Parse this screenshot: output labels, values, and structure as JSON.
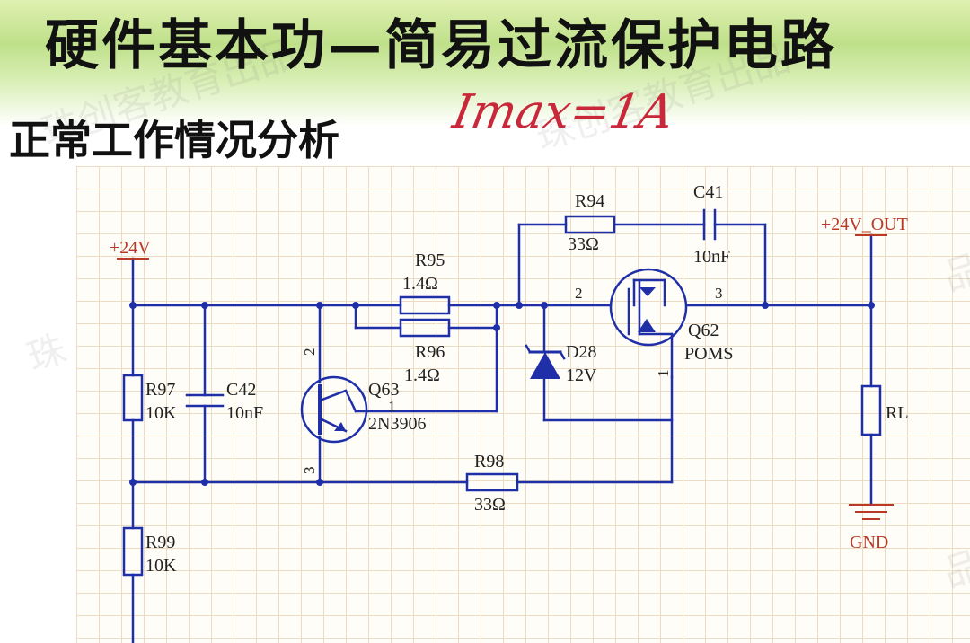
{
  "header": {
    "title": "硬件基本功—简易过流保护电路",
    "subtitle": "正常工作情况分析",
    "handwritten_note": "Imax=1A"
  },
  "watermark": [
    "珠创客教育出品",
    "珠创客教育出品",
    "珠",
    "品",
    "品"
  ],
  "schematic": {
    "power_in": "+24V",
    "power_out": "+24V_OUT",
    "ground": "GND",
    "components": {
      "R95": {
        "ref": "R95",
        "value": "1.4Ω"
      },
      "R96": {
        "ref": "R96",
        "value": "1.4Ω"
      },
      "R94": {
        "ref": "R94",
        "value": "33Ω"
      },
      "C41": {
        "ref": "C41",
        "value": "10nF"
      },
      "R97": {
        "ref": "R97",
        "value": "10K"
      },
      "C42": {
        "ref": "C42",
        "value": "10nF"
      },
      "R99": {
        "ref": "R99",
        "value": "10K"
      },
      "R98": {
        "ref": "R98",
        "value": "33Ω"
      },
      "Q63": {
        "ref": "Q63",
        "value": "2N3906"
      },
      "Q62": {
        "ref": "Q62",
        "value": "POMS"
      },
      "D28": {
        "ref": "D28",
        "value": "12V"
      },
      "RL": {
        "ref": "RL"
      }
    },
    "pins": {
      "q63_base": "1",
      "q63_emitter": "2",
      "q63_collector": "3",
      "q62_gate": "1",
      "q62_source": "2",
      "q62_drain": "3"
    }
  },
  "colors": {
    "wire": "#1f2fa8",
    "label_red": "#b83a26",
    "text": "#222222",
    "hand": "#c8283a"
  }
}
